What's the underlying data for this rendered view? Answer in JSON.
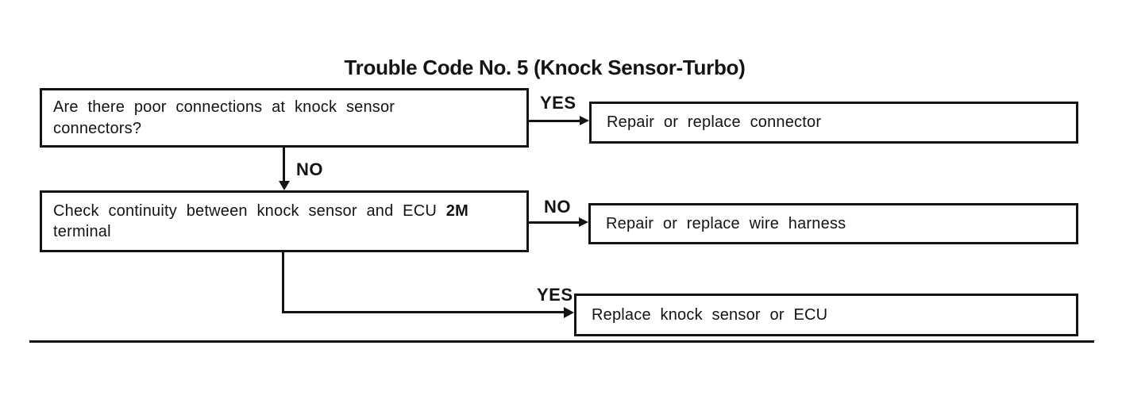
{
  "title": "Trouble Code No. 5 (Knock Sensor-Turbo)",
  "flowchart": {
    "question1": {
      "line1": "Are there poor connections at knock sensor",
      "line2": "connectors?"
    },
    "question2": {
      "line1_regular": "Check continuity between knock sensor and ECU",
      "line1_bold": "2M",
      "line2": "terminal"
    },
    "result1": "Repair or replace connector",
    "result2": "Repair or replace wire harness",
    "result3": "Replace knock sensor or ECU",
    "labels": {
      "yes1": "YES",
      "no1": "NO",
      "no2": "NO",
      "yes2": "YES"
    }
  },
  "colors": {
    "ink": "#141414",
    "paper": "#ffffff"
  }
}
